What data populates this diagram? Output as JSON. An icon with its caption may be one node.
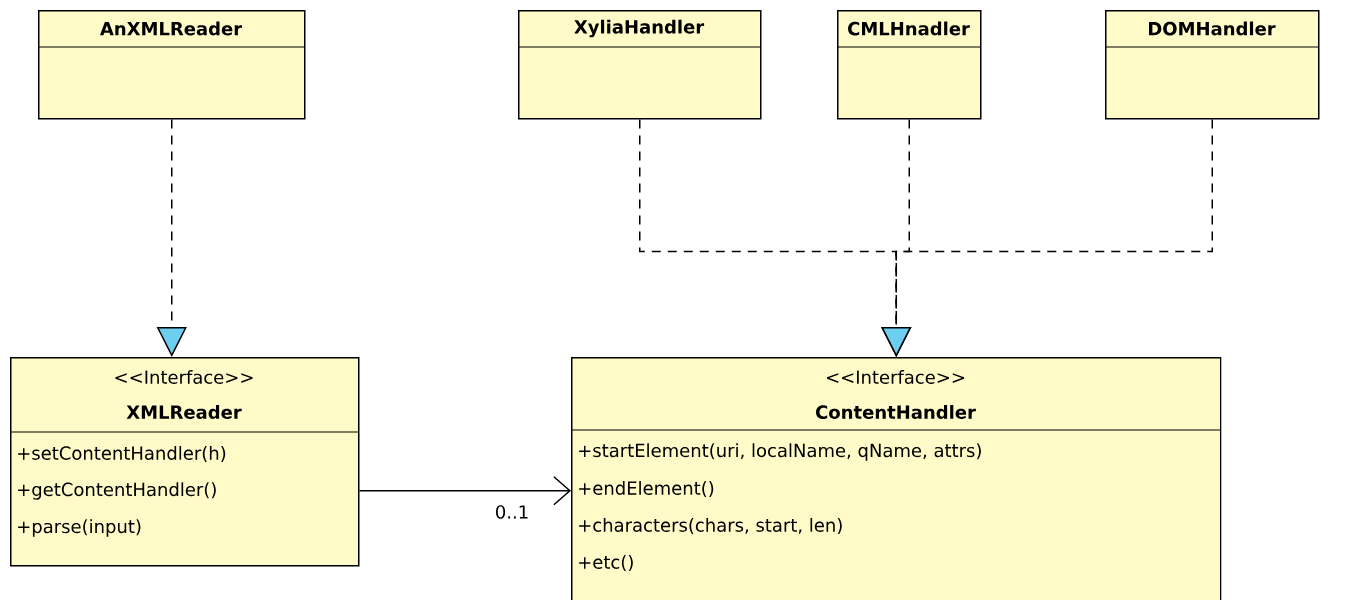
{
  "diagram": {
    "nodes": [
      {
        "text": [
          "AnXMLReader"
        ]
      },
      {
        "text": [
          "XyliaHandler"
        ]
      },
      {
        "text": [
          "CMLHnadler"
        ]
      },
      {
        "text": [
          "DOMHandler"
        ]
      },
      {
        "text": [
          "<<Interface>>",
          "XMLReader",
          "+setContentHandler(h)",
          "+getContentHandler()",
          "+parse(input)"
        ]
      },
      {
        "text": [
          "<<Interface>>",
          "ContentHandler",
          "+startElement(uri, localName, qName, attrs)",
          "+endElement()",
          "+characters(chars, start, len)",
          "+etc()"
        ]
      }
    ],
    "edges": [
      {
        "from": 0,
        "to": 4,
        "arrow": "to",
        "style": "dashed"
      },
      {
        "from": 1,
        "to": 5,
        "arrow": "to",
        "style": "dashed"
      },
      {
        "from": 2,
        "to": 5,
        "arrow": "to",
        "style": "dashed"
      },
      {
        "from": 3,
        "to": 5,
        "arrow": "to",
        "style": "dashed"
      },
      {
        "from": 4,
        "to": 5,
        "arrow": "to",
        "label": "0..1"
      }
    ]
  }
}
